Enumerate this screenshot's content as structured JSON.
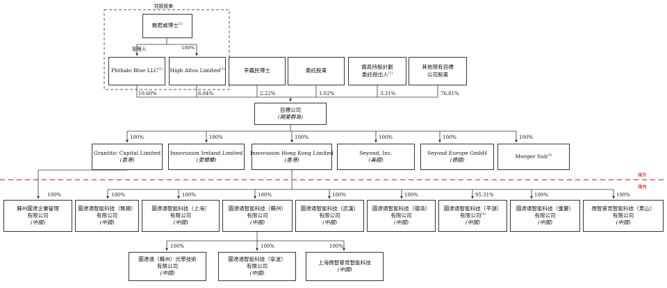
{
  "controlling_shareholders": {
    "title": "控股股東",
    "top": {
      "name": "鮑君威博士",
      "note": "(1)"
    },
    "label_manager": "管理人",
    "label_high_altos": "100%"
  },
  "shareholders": [
    {
      "name": "Phthalo Blue LLC",
      "note": "(1)",
      "pct": "10.60%"
    },
    {
      "name": "High Altos Limited",
      "note": "(1)",
      "pct": "6.04%"
    },
    {
      "name": "李義民博士",
      "pct": "2.22%"
    },
    {
      "name": "委託股東",
      "pct": "1.02%"
    },
    {
      "line1": "僱員持股計劃",
      "line2": "委託授出人",
      "note": "(1)",
      "pct": "3.31%"
    },
    {
      "line1": "其他現有目標",
      "line2": "公司股東",
      "pct": "76.81%"
    }
  ],
  "target": {
    "name": "目標公司",
    "place": "(開曼群島)"
  },
  "level1": [
    {
      "name": "Grantitic Capital Limited",
      "place": "(香港)",
      "pct": "100%"
    },
    {
      "name": "Innovusion Ireland Limited",
      "place": "(愛爾蘭)",
      "pct": "100%"
    },
    {
      "name": "Innovusion Hong Kong Limited",
      "place": "(香港)",
      "pct": "100%"
    },
    {
      "name": "Seyond, Inc.",
      "place": "(美國)",
      "pct": "100%"
    },
    {
      "name": "Seyond Europe GmbH",
      "place": "(德國)",
      "pct": "100%"
    },
    {
      "name": "Merger Sub",
      "note": "(2)",
      "pct": "100%"
    }
  ],
  "regions": {
    "offshore": "境外",
    "onshore": "境內"
  },
  "level2": [
    {
      "line1": "蘇州圖達企業管理",
      "line2": "有限公司",
      "place": "(中國)",
      "pct": "100%"
    },
    {
      "line1": "圖達通智能科技（無錫）",
      "line2": "有限公司",
      "place": "(中國)",
      "pct": "100%"
    },
    {
      "line1": "圖達通智能科技（上海）",
      "line2": "有限公司",
      "place": "(中國)",
      "pct": "100%"
    },
    {
      "line1": "圖達通智能科技（蘇州）",
      "line2": "有限公司",
      "place": "(中國)",
      "pct": "100%"
    },
    {
      "line1": "圖達通智能科技（武漢）",
      "line2": "有限公司",
      "place": "(中國)",
      "pct": "100%"
    },
    {
      "line1": "圖達通智能科技（德清）",
      "line2": "有限公司",
      "place": "(中國)",
      "pct": "100%"
    },
    {
      "line1": "圖達通智能科技（平湖）",
      "line2": "有限公司",
      "note": "(3)",
      "place": "(中國)",
      "pct": "95.31%"
    },
    {
      "line1": "圖達通智能科技（重慶）",
      "line2": "有限公司",
      "place": "(中國)",
      "pct": "100%"
    },
    {
      "line1": "微智睿見智能科技（黄山）",
      "line2": "有限公司",
      "place": "(中國)",
      "pct": "100%"
    }
  ],
  "level3": [
    {
      "line1": "圖達通（蘇州）光學技術",
      "line2": "有限公司",
      "place": "(中國)",
      "pct": "100%"
    },
    {
      "line1": "圖達通智能科技（寧波）",
      "line2": "有限公司",
      "place": "(中國)",
      "pct": "100%"
    },
    {
      "line1": "上海微智睿見智能科技",
      "place": "(中國)",
      "pct": "100%"
    }
  ],
  "colors": {
    "border": "#333333",
    "region_line": "#c00000",
    "dashed": "#555555"
  }
}
